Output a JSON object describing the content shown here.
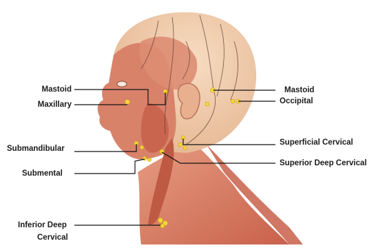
{
  "labels": {
    "left_mastoid": "Mastoid",
    "maxillary": "Maxillary",
    "submandibular": "Submandibular",
    "submental": "Submental",
    "inferior_deep_cervical_line1": "Inferior Deep",
    "inferior_deep_cervical_line2": "Cervical",
    "right_mastoid": "Mastoid",
    "occipital": "Occipital",
    "superficial_cervical": "Superficial Cervical",
    "superior_deep_cervical": "Superior Deep Cervical"
  },
  "colors": {
    "skin": "#f0cfb0",
    "muscle": "#d9826a",
    "muscle_dark": "#b9533f",
    "nerve": "#5a3a2c",
    "node": "#f5d63a",
    "leader": "#111111"
  }
}
